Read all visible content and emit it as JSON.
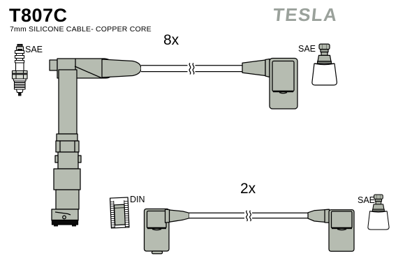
{
  "header": {
    "part_number": "T807C",
    "description": "7mm SILICONE CABLE- COPPER CORE",
    "brand_logo": "TESLA"
  },
  "top_cable": {
    "quantity": "8x",
    "spark_plug_terminal_label": "SAE",
    "right_terminal_label": "SAE"
  },
  "bottom_cable": {
    "quantity": "2x",
    "left_terminal_label": "DIN",
    "right_terminal_label": "SAE"
  },
  "icons": {
    "spark_plug": "spark-plug-icon",
    "sae_terminal": "sae-terminal-icon",
    "din_terminal": "din-terminal-icon"
  },
  "colors": {
    "brand_gray": "#9aa19b",
    "boot_fill": "#b6bcb1",
    "outline": "#000000",
    "background": "#ffffff"
  }
}
